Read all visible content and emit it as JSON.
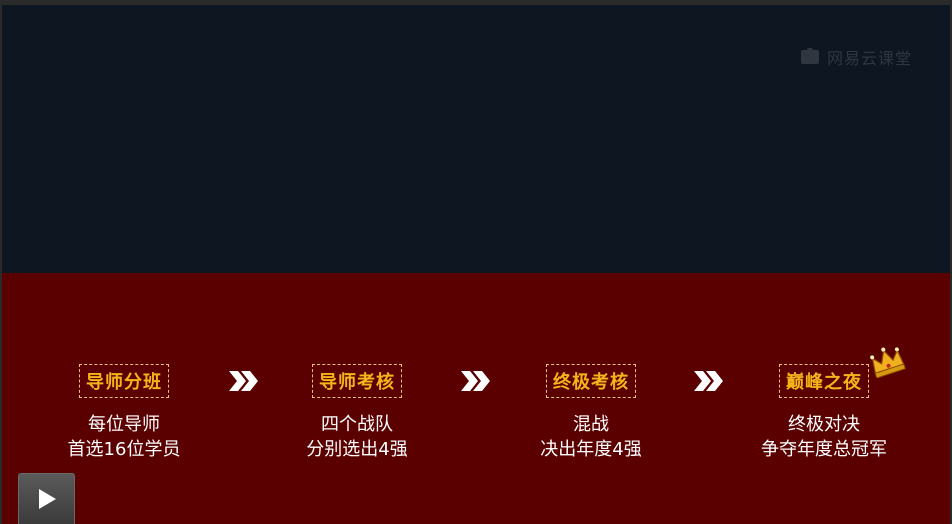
{
  "player": {
    "brand": "网易云课堂"
  },
  "stages": [
    {
      "title": "导师分班",
      "line1": "每位导师",
      "line2": "首选16位学员"
    },
    {
      "title": "导师考核",
      "line1": "四个战队",
      "line2": "分别选出4强"
    },
    {
      "title": "终极考核",
      "line1": "混战",
      "line2": "决出年度4强"
    },
    {
      "title": "巅峰之夜",
      "line1": "终极对决",
      "line2": "争夺年度总冠军"
    }
  ],
  "colors": {
    "upper_bg": "#0e1621",
    "lower_bg": "#5a0000",
    "title_gold": "#f5b41a",
    "arrow_white": "#ffffff"
  },
  "icons": {
    "arrow": "double-chevron-right-icon",
    "crown": "crown-icon",
    "play": "play-icon",
    "logo": "netease-cloud-classroom-logo-icon"
  }
}
